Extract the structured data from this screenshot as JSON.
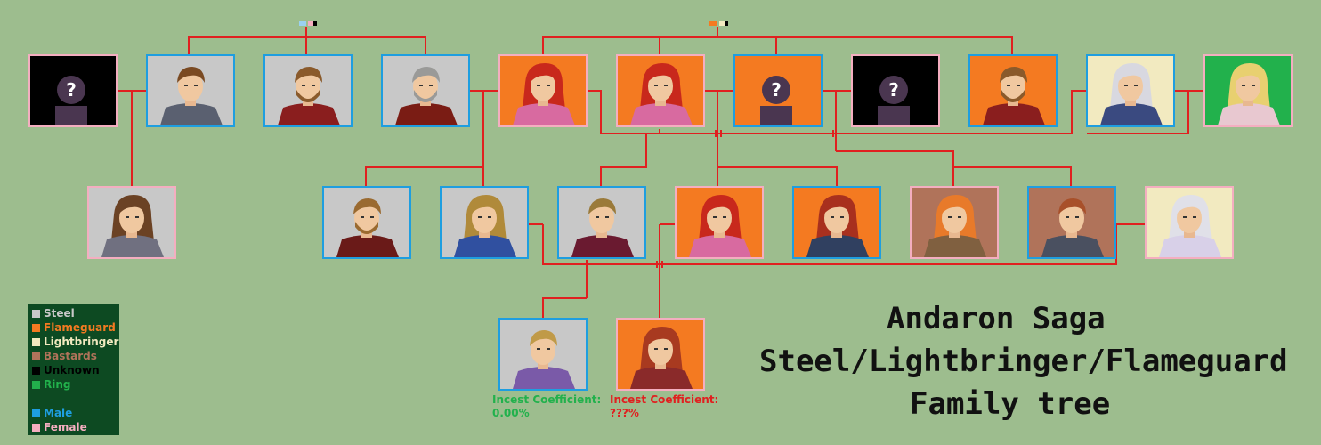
{
  "title": {
    "line1": "Andaron Saga",
    "line2": "Steel/Lightbringer/Flameguard",
    "line3": "Family tree"
  },
  "legend": {
    "houses": [
      {
        "key": "steel",
        "label": "Steel",
        "color": "#c8c8c8"
      },
      {
        "key": "flameguard",
        "label": "Flameguard",
        "color": "#f47a21"
      },
      {
        "key": "lightbringer",
        "label": "Lightbringer",
        "color": "#f2eac0"
      },
      {
        "key": "bastards",
        "label": "Bastards",
        "color": "#b0735a"
      },
      {
        "key": "unknown",
        "label": "Unknown",
        "color": "#000000"
      },
      {
        "key": "ring",
        "label": "Ring",
        "color": "#22b14c"
      }
    ],
    "genders": [
      {
        "key": "male",
        "label": "Male",
        "color": "#1e9ee0"
      },
      {
        "key": "female",
        "label": "Female",
        "color": "#f4aec0"
      }
    ]
  },
  "incest": [
    {
      "label": "Incest Coefficient:",
      "value": "0.00%",
      "color": "#22b14c"
    },
    {
      "label": "Incest Coefficient:",
      "value": "???%",
      "color": "#e02020"
    }
  ],
  "line_color": "#e02020",
  "people": [
    {
      "id": "g1a",
      "house": "unknown",
      "gender": "female",
      "portrait": "unknown-silhouette"
    },
    {
      "id": "g1b",
      "house": "steel",
      "gender": "male",
      "portrait": "brown-haired-knight"
    },
    {
      "id": "g1c",
      "house": "steel",
      "gender": "male",
      "portrait": "bearded-lord"
    },
    {
      "id": "g1d",
      "house": "steel",
      "gender": "male",
      "portrait": "grey-haired-general"
    },
    {
      "id": "g1e",
      "house": "flameguard",
      "gender": "female",
      "portrait": "red-haired-woman"
    },
    {
      "id": "g1f",
      "house": "flameguard",
      "gender": "female",
      "portrait": "red-haired-woman"
    },
    {
      "id": "g1g",
      "house": "flameguard",
      "gender": "male",
      "portrait": "unknown-silhouette"
    },
    {
      "id": "g1h",
      "house": "unknown",
      "gender": "female",
      "portrait": "unknown-silhouette"
    },
    {
      "id": "g1i",
      "house": "flameguard",
      "gender": "male",
      "portrait": "bearded-lord"
    },
    {
      "id": "g1j",
      "house": "lightbringer",
      "gender": "male",
      "portrait": "silver-haired-lord"
    },
    {
      "id": "g1k",
      "house": "ring",
      "gender": "female",
      "portrait": "blonde-woman"
    },
    {
      "id": "g2a",
      "house": "steel",
      "gender": "female",
      "portrait": "long-haired-knight"
    },
    {
      "id": "g2b",
      "house": "steel",
      "gender": "male",
      "portrait": "bearded-knight"
    },
    {
      "id": "g2c",
      "house": "steel",
      "gender": "male",
      "portrait": "blonde-swordsman"
    },
    {
      "id": "g2d",
      "house": "steel",
      "gender": "male",
      "portrait": "young-lord"
    },
    {
      "id": "g2e",
      "house": "flameguard",
      "gender": "female",
      "portrait": "red-haired-woman"
    },
    {
      "id": "g2f",
      "house": "flameguard",
      "gender": "male",
      "portrait": "red-haired-lord"
    },
    {
      "id": "g2g",
      "house": "bastards",
      "gender": "female",
      "portrait": "orange-haired-girl"
    },
    {
      "id": "g2h",
      "house": "bastards",
      "gender": "male",
      "portrait": "headband-youth"
    },
    {
      "id": "g2i",
      "house": "lightbringer",
      "gender": "female",
      "portrait": "silver-haired-lady"
    },
    {
      "id": "g3a",
      "house": "steel",
      "gender": "male",
      "portrait": "blonde-youth"
    },
    {
      "id": "g3b",
      "house": "flameguard",
      "gender": "female",
      "portrait": "auburn-haired-woman"
    }
  ]
}
